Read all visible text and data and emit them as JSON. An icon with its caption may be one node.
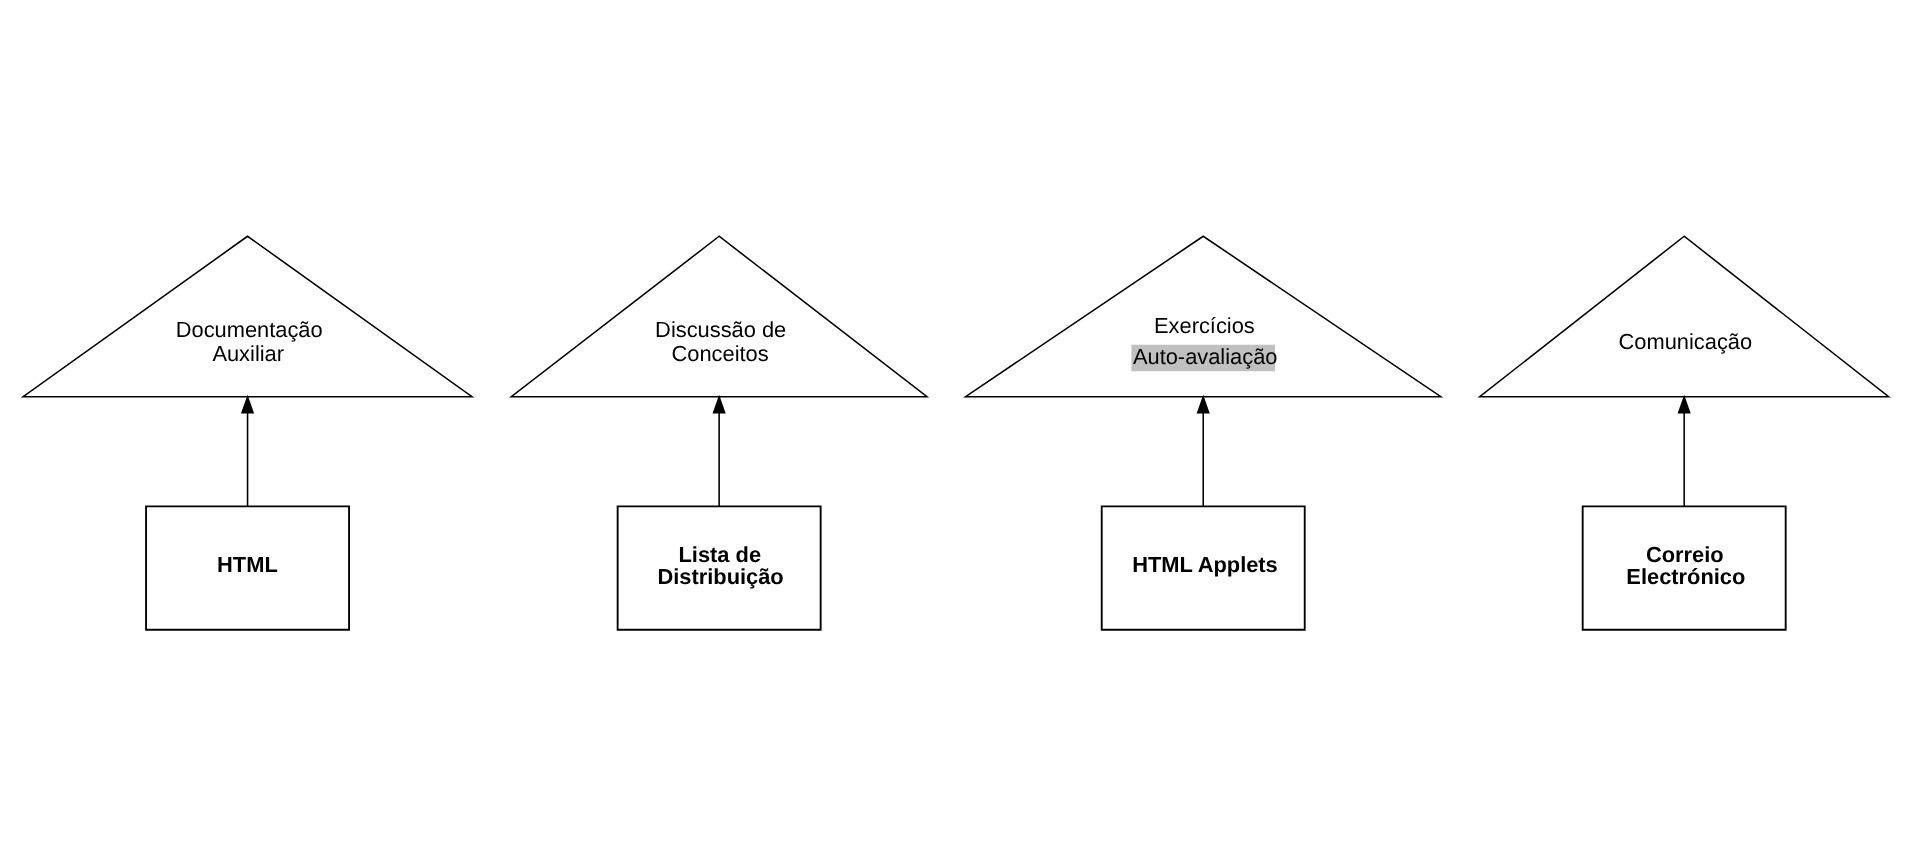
{
  "diagram": {
    "nodes": [
      {
        "text": [
          "Documentação Auxiliar"
        ]
      },
      {
        "text": [
          "Discussão de Conceitos"
        ]
      },
      {
        "text": [
          "Exercícios",
          "Auto-avaliação"
        ]
      },
      {
        "text": [
          "Comunicação"
        ]
      },
      {
        "text": [
          "HTML"
        ]
      },
      {
        "text": [
          "Lista de Distribuição"
        ]
      },
      {
        "text": [
          "HTML Applets"
        ]
      },
      {
        "text": [
          "Correio Electrónico"
        ]
      }
    ],
    "edges": [
      {
        "from": 4,
        "to": 0,
        "arrow": "to"
      },
      {
        "from": 5,
        "to": 1,
        "arrow": "to"
      },
      {
        "from": 6,
        "to": 2,
        "arrow": "to"
      },
      {
        "from": 7,
        "to": 3,
        "arrow": "to"
      }
    ]
  }
}
